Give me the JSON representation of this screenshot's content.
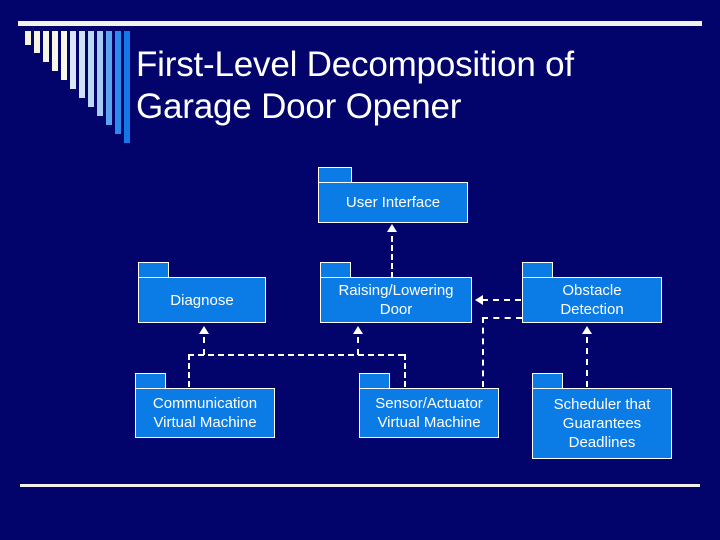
{
  "slide": {
    "background_color": "#03046b",
    "title": "First-Level Decomposition of Garage Door Opener",
    "title_line1": "First-Level Decomposition of",
    "title_line2": "Garage Door Opener",
    "rule_color": "#f2f2ea"
  },
  "decoration": {
    "name": "descending-bars-motif",
    "bar_colors": [
      "#f5f3e0",
      "#f5f3e0",
      "#f7f5e4",
      "#f7f5e4",
      "#f9f7ea",
      "#dce8f8",
      "#cfe0f7",
      "#bcd6f5",
      "#a8cbf3",
      "#5aa5ef",
      "#2a8bee",
      "#1478e8"
    ],
    "bar_heights": [
      14,
      22,
      31,
      40,
      49,
      58,
      67,
      76,
      85,
      94,
      103,
      112
    ]
  },
  "diagram": {
    "type": "uml-package-decomposition",
    "node_fill": "#0b7ce6",
    "node_border": "#ffffff",
    "label_color": "#ffffff",
    "nodes": [
      {
        "id": "user-interface",
        "label": "User Interface"
      },
      {
        "id": "diagnose",
        "label": "Diagnose"
      },
      {
        "id": "raising-lowering-door",
        "label": "Raising/Lowering\nDoor"
      },
      {
        "id": "obstacle-detection",
        "label": "Obstacle\nDetection"
      },
      {
        "id": "communication-vm",
        "label": "Communication\nVirtual Machine"
      },
      {
        "id": "sensor-actuator-vm",
        "label": "Sensor/Actuator\nVirtual Machine"
      },
      {
        "id": "scheduler",
        "label": "Scheduler that\nGuarantees\nDeadlines"
      }
    ],
    "edges": [
      {
        "from": "raising-lowering-door",
        "to": "user-interface",
        "style": "dashed",
        "arrow": "up"
      },
      {
        "from": "communication-vm",
        "to": "diagnose",
        "style": "dashed",
        "arrow": "up"
      },
      {
        "from": "communication-vm",
        "to": "raising-lowering-door",
        "style": "dashed",
        "arrow": "up"
      },
      {
        "from": "sensor-actuator-vm",
        "to": "raising-lowering-door",
        "style": "dashed",
        "arrow": "up"
      },
      {
        "from": "obstacle-detection",
        "to": "raising-lowering-door",
        "style": "dashed",
        "arrow": "left"
      },
      {
        "from": "raising-lowering-door",
        "to": "obstacle-detection",
        "style": "dashed",
        "arrow": "right"
      },
      {
        "from": "scheduler",
        "to": "obstacle-detection",
        "style": "dashed",
        "arrow": "up"
      }
    ]
  }
}
